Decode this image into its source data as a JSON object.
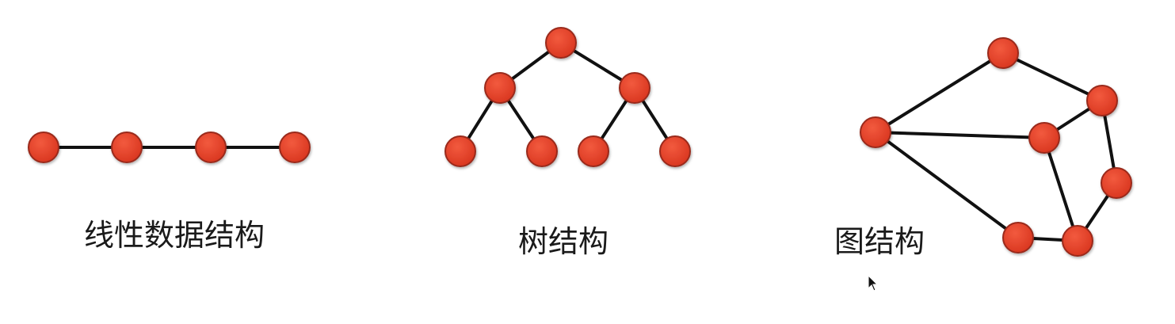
{
  "colors": {
    "node_fill": "#e8432a",
    "edge": "#111111",
    "background": "#ffffff"
  },
  "captions": {
    "linear": "线性数据结构",
    "tree": "树结构",
    "graph": "图结构"
  },
  "icons": {
    "cursor": "mouse-pointer-icon"
  },
  "diagrams": {
    "linear": {
      "nodes": [
        "l1",
        "l2",
        "l3",
        "l4"
      ],
      "edges": [
        [
          "l1",
          "l2"
        ],
        [
          "l2",
          "l3"
        ],
        [
          "l3",
          "l4"
        ]
      ]
    },
    "tree": {
      "nodes": [
        "root",
        "left",
        "right",
        "ll",
        "lr",
        "rl",
        "rr"
      ],
      "edges": [
        [
          "root",
          "left"
        ],
        [
          "root",
          "right"
        ],
        [
          "left",
          "ll"
        ],
        [
          "left",
          "lr"
        ],
        [
          "right",
          "rl"
        ],
        [
          "right",
          "rr"
        ]
      ]
    },
    "graph": {
      "nodes": [
        "a",
        "b",
        "c",
        "d",
        "e",
        "f",
        "g"
      ],
      "edges": [
        [
          "a",
          "b"
        ],
        [
          "a",
          "d"
        ],
        [
          "a",
          "f"
        ],
        [
          "b",
          "c"
        ],
        [
          "c",
          "d"
        ],
        [
          "c",
          "e"
        ],
        [
          "d",
          "g"
        ],
        [
          "e",
          "g"
        ],
        [
          "f",
          "g"
        ]
      ]
    }
  }
}
